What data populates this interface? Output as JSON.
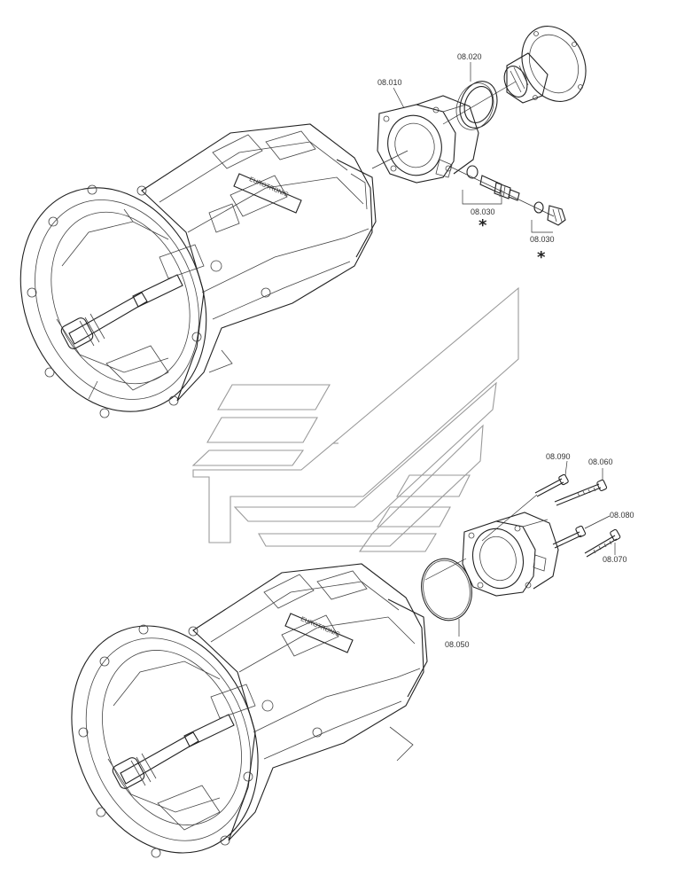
{
  "parts": {
    "p08010": "08.010",
    "p08020": "08.020",
    "p08030a": "08.030",
    "p08030b": "08.030",
    "p08050": "08.050",
    "p08060": "08.060",
    "p08070": "08.070",
    "p08080": "08.080",
    "p08090": "08.090"
  },
  "markers": {
    "star_a": "*",
    "star_b": "*"
  },
  "colors": {
    "line": "#222222",
    "watermark": "#9a9a9a",
    "background": "#ffffff"
  }
}
